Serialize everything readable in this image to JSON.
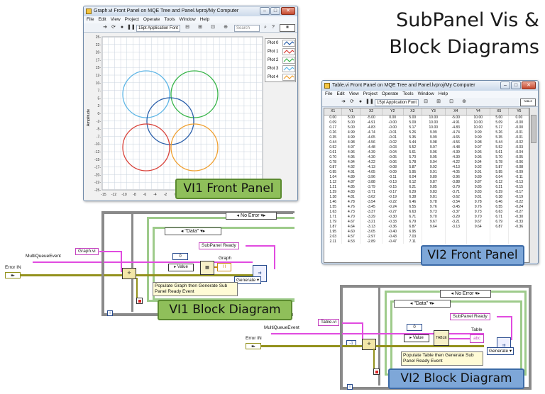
{
  "slide": {
    "title_line1": "SubPanel Vis &",
    "title_line2": "Block Diagrams"
  },
  "graph_window": {
    "title": "Graph.vi Front Panel on MQE Tree and Panel.lvproj/My Computer",
    "menu": [
      "File",
      "Edit",
      "View",
      "Project",
      "Operate",
      "Tools",
      "Window",
      "Help"
    ],
    "font_select": "15pt Application Font",
    "search_placeholder": "Search",
    "y_axis_label": "Amplitude",
    "y_ticks": [
      "25-",
      "22-",
      "20-",
      "17-",
      "15-",
      "12-",
      "10-",
      "7-",
      "5-",
      "2-",
      "0-",
      "-2-",
      "-5-",
      "-7-",
      "-10-",
      "-12-",
      "-15-",
      "-17-",
      "-20-",
      "-22-",
      "-25-"
    ],
    "x_ticks": [
      "-15",
      "-12",
      "-10",
      "-8",
      "-6",
      "-4",
      "-2",
      "0"
    ],
    "legend": [
      "Plot 0",
      "Plot 1",
      "Plot 2",
      "Plot 3",
      "Plot 4"
    ],
    "colors": {
      "plot0": "#2a5faa",
      "plot1": "#d9423a",
      "plot2": "#39b54a",
      "plot3": "#5fb6e6",
      "plot4": "#f0a030"
    },
    "caption": "VI1 Front Panel"
  },
  "table_window": {
    "title": "Table.vi Front Panel on MQE Tree and Panel.lvproj/My Computer",
    "menu": [
      "File",
      "Edit",
      "View",
      "Project",
      "Operate",
      "Tools",
      "Window",
      "Help"
    ],
    "font_select": "15pt Application Font",
    "headers": [
      "X1",
      "Y1",
      "X2",
      "Y2",
      "X3",
      "Y3",
      "X4",
      "Y4",
      "X5",
      "Y5"
    ],
    "rows": [
      [
        "0.00",
        "5.00",
        "-5.00",
        "0.00",
        "5.00",
        "10.00",
        "-5.00",
        "10.00",
        "5.00",
        "0.00"
      ],
      [
        "0.09",
        "5.00",
        "-4.91",
        "-0.00",
        "5.09",
        "10.00",
        "-4.91",
        "10.00",
        "5.09",
        "-0.00"
      ],
      [
        "0.17",
        "5.00",
        "-4.83",
        "-0.00",
        "5.17",
        "10.00",
        "-4.83",
        "10.00",
        "5.17",
        "-0.00"
      ],
      [
        "0.26",
        "4.99",
        "-4.74",
        "-0.01",
        "5.26",
        "9.99",
        "-4.74",
        "9.99",
        "5.26",
        "-0.01"
      ],
      [
        "0.35",
        "4.99",
        "-4.65",
        "-0.01",
        "5.35",
        "9.99",
        "-4.65",
        "9.99",
        "5.35",
        "-0.01"
      ],
      [
        "0.44",
        "4.98",
        "-4.56",
        "-0.02",
        "5.44",
        "9.98",
        "-4.56",
        "9.98",
        "5.44",
        "-0.02"
      ],
      [
        "0.52",
        "4.97",
        "-4.48",
        "-0.03",
        "5.52",
        "9.97",
        "-4.48",
        "9.97",
        "5.52",
        "-0.03"
      ],
      [
        "0.61",
        "4.96",
        "-4.39",
        "-0.04",
        "5.61",
        "9.96",
        "-4.39",
        "9.96",
        "5.61",
        "-0.04"
      ],
      [
        "0.70",
        "4.95",
        "-4.30",
        "-0.05",
        "5.70",
        "9.95",
        "-4.30",
        "9.95",
        "5.70",
        "-0.05"
      ],
      [
        "0.78",
        "4.94",
        "-4.22",
        "-0.06",
        "5.78",
        "9.94",
        "-4.22",
        "9.94",
        "5.78",
        "-0.06"
      ],
      [
        "0.87",
        "4.92",
        "-4.13",
        "-0.08",
        "5.87",
        "9.92",
        "-4.13",
        "9.92",
        "5.87",
        "-0.08"
      ],
      [
        "0.95",
        "4.91",
        "-4.05",
        "-0.09",
        "5.95",
        "9.91",
        "-4.05",
        "9.91",
        "5.95",
        "-0.09"
      ],
      [
        "1.04",
        "4.89",
        "-3.96",
        "-0.11",
        "6.04",
        "9.89",
        "-3.96",
        "9.89",
        "6.04",
        "-0.11"
      ],
      [
        "1.12",
        "4.87",
        "-3.88",
        "-0.13",
        "6.12",
        "9.87",
        "-3.88",
        "9.87",
        "6.12",
        "-0.13"
      ],
      [
        "1.21",
        "4.85",
        "-3.79",
        "-0.15",
        "6.21",
        "9.85",
        "-3.79",
        "9.85",
        "6.21",
        "-0.15"
      ],
      [
        "1.29",
        "4.83",
        "-3.71",
        "-0.17",
        "6.29",
        "9.83",
        "-3.71",
        "9.83",
        "6.29",
        "-0.17"
      ],
      [
        "1.38",
        "4.81",
        "-3.62",
        "-0.19",
        "6.38",
        "9.81",
        "-3.62",
        "9.81",
        "6.38",
        "-0.19"
      ],
      [
        "1.46",
        "4.78",
        "-3.54",
        "-0.22",
        "6.46",
        "9.78",
        "-3.54",
        "9.78",
        "6.46",
        "-0.22"
      ],
      [
        "1.55",
        "4.76",
        "-3.45",
        "-0.24",
        "6.55",
        "9.76",
        "-3.45",
        "9.76",
        "6.55",
        "-0.24"
      ],
      [
        "1.63",
        "4.73",
        "-3.37",
        "-0.27",
        "6.63",
        "9.73",
        "-3.37",
        "9.73",
        "6.63",
        "-0.27"
      ],
      [
        "1.71",
        "4.70",
        "-3.29",
        "-0.30",
        "6.71",
        "9.70",
        "-3.29",
        "9.70",
        "6.71",
        "-0.30"
      ],
      [
        "1.79",
        "4.67",
        "-3.21",
        "-0.33",
        "6.79",
        "9.67",
        "-3.21",
        "9.67",
        "6.79",
        "-0.33"
      ],
      [
        "1.87",
        "4.64",
        "-3.13",
        "-0.36",
        "6.87",
        "9.64",
        "-3.13",
        "9.64",
        "6.87",
        "-0.36"
      ],
      [
        "1.95",
        "4.60",
        "-3.05",
        "-0.40",
        "6.95",
        "",
        "",
        "",
        "",
        ""
      ],
      [
        "2.03",
        "4.57",
        "-2.97",
        "-0.43",
        "7.03",
        "",
        "",
        "",
        "",
        ""
      ],
      [
        "2.11",
        "4.53",
        "-2.89",
        "-0.47",
        "7.11",
        "",
        "",
        "",
        "",
        ""
      ]
    ],
    "caption": "VI2 Front Panel"
  },
  "bd1": {
    "case_selector": "No Error",
    "data_selector": "\"Data\"",
    "vi_name": "Graph.vi",
    "event_label": "MultiQueueEvent",
    "error_label": "Error IN",
    "subpanel_ready": "SubPanel Ready",
    "value_label": "Value",
    "graph_label": "Graph",
    "generate": "Generate",
    "zero": "0",
    "comment": "Populate Graph then Generate Sub Panel Ready Event",
    "iter": "i",
    "caption": "VI1 Block Diagram"
  },
  "bd2": {
    "case_selector": "No Error",
    "data_selector": "\"Data\"",
    "vi_name": "Table.vi",
    "event_label": "MultiQueueEvent",
    "error_label": "Error IN",
    "subpanel_ready": "SubPanel Ready",
    "value_label": "Value",
    "table_label": "Table",
    "generate": "Generate",
    "zero": "0",
    "neg_one": "-1",
    "comment": "Populate Table then Generate Sub Panel Ready Event",
    "iter": "i",
    "caption": "VI2 Block Diagram"
  }
}
